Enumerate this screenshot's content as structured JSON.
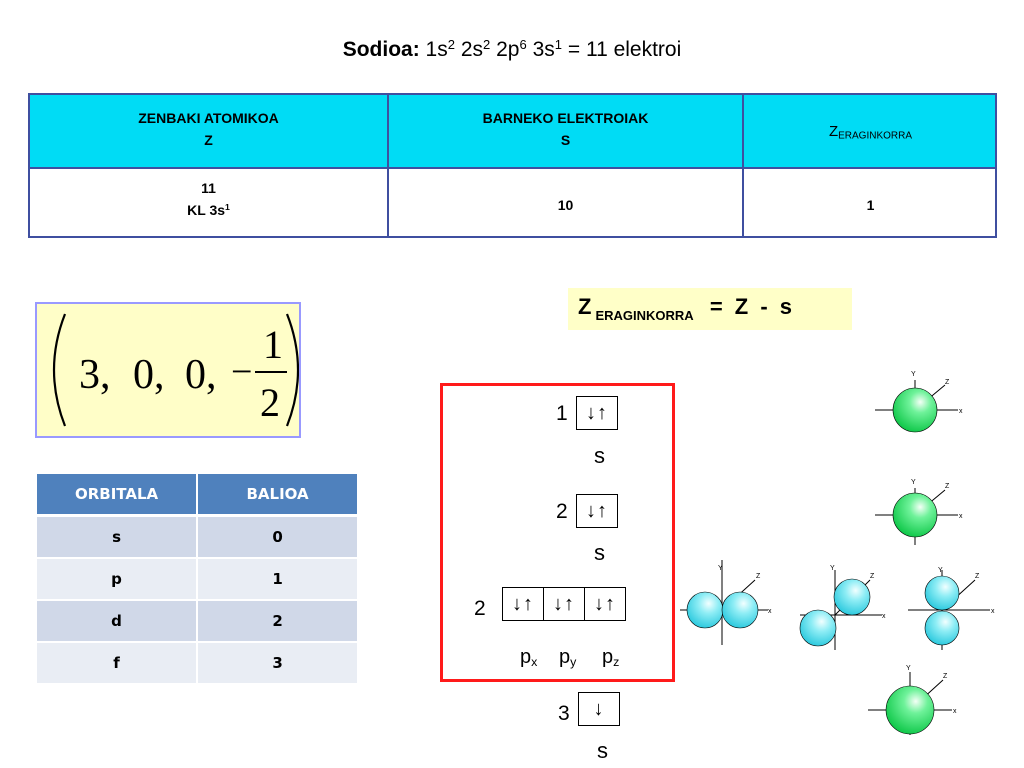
{
  "title": {
    "bold": "Sodioa:",
    "config": [
      {
        "base": "1s",
        "exp": "2"
      },
      {
        "base": "2s",
        "exp": "2"
      },
      {
        "base": "2p",
        "exp": "6"
      },
      {
        "base": "3s",
        "exp": "1"
      }
    ],
    "result": "= 11 elektroi"
  },
  "table1": {
    "col1_header": [
      "ZENBAKI ATOMIKOA",
      "Z"
    ],
    "col2_header": [
      "BARNEKO ELEKTROIAK",
      "S"
    ],
    "col3_header": {
      "main": "Z",
      "sub": "ERAGINKORRA"
    },
    "row": {
      "z_value": "11",
      "z_config_base": "KL 3s",
      "z_config_exp": "1",
      "s_value": "10",
      "zeff_value": "1"
    }
  },
  "equation": {
    "z": "Z",
    "sub": "ERAGINKORRA",
    "rest": "= Z - s"
  },
  "quantum_numbers": {
    "n": "3,",
    "l": "0,",
    "m": "0,",
    "sign": "−",
    "numerator": "1",
    "denominator": "2"
  },
  "orbital_table": {
    "headers": [
      "ORBITALA",
      "BALIOA"
    ],
    "rows": [
      [
        "s",
        "0"
      ],
      [
        "p",
        "1"
      ],
      [
        "d",
        "2"
      ],
      [
        "f",
        "3"
      ]
    ]
  },
  "levels": [
    {
      "n": "1",
      "arrows": [
        "↓↑"
      ],
      "label": "s"
    },
    {
      "n": "2",
      "arrows": [
        "↓↑"
      ],
      "label": "s"
    },
    {
      "n": "2",
      "arrows": [
        "↓↑",
        "↓↑",
        "↓↑"
      ],
      "labels": [
        {
          "base": "p",
          "sub": "x"
        },
        {
          "base": "p",
          "sub": "y"
        },
        {
          "base": "p",
          "sub": "z"
        }
      ]
    },
    {
      "n": "3",
      "arrows": [
        "↓"
      ],
      "label": "s"
    }
  ],
  "axis_labels": {
    "y": "Y",
    "z": "Z",
    "x": "x"
  },
  "colors": {
    "table_header": "#00dcf5",
    "table_border": "#3f4fa0",
    "eq_bg": "#ffffc8",
    "red_frame": "#ff1a1a",
    "s_orbital": "#1ddc5a",
    "p_orbital": "#5fe0f0",
    "orbital_table_header": "#4f81bd"
  }
}
